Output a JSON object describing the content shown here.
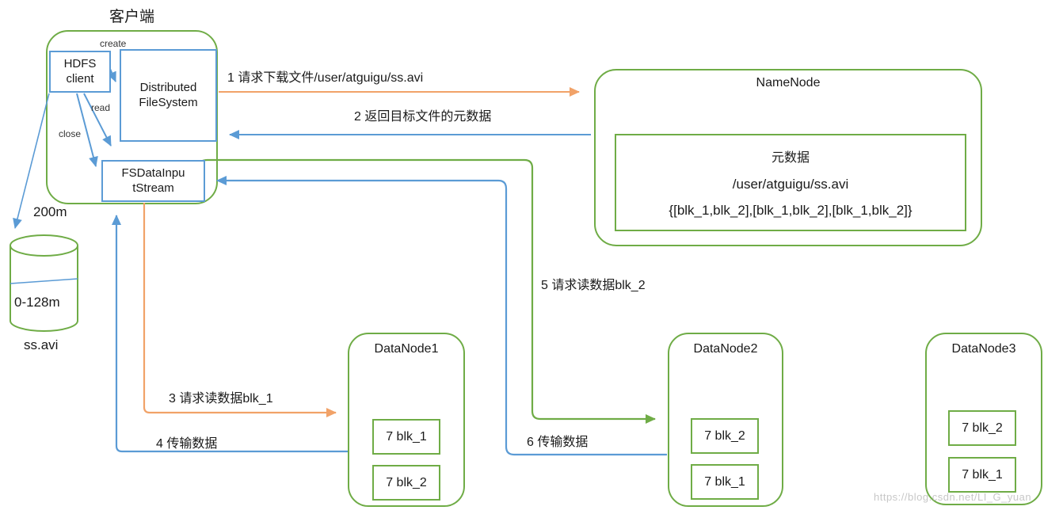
{
  "page_title": "客户端",
  "client": {
    "hdfs_client_label": "HDFS\nclient",
    "dfs_label": "Distributed\nFileSystem",
    "fsdis_label": "FSDataInpu\ntStream",
    "create_label": "create",
    "read_label": "read",
    "close_label": "close"
  },
  "storage": {
    "size_label": "200m",
    "range_label": "0-128m",
    "file_label": "ss.avi"
  },
  "namenode": {
    "title": "NameNode",
    "metadata_title": "元数据",
    "metadata_path": "/user/atguigu/ss.avi",
    "metadata_blocks": "{[blk_1,blk_2],[blk_1,blk_2],[blk_1,blk_2]}"
  },
  "datanodes": [
    {
      "title": "DataNode1",
      "blocks": [
        "7 blk_1",
        "7 blk_2"
      ]
    },
    {
      "title": "DataNode2",
      "blocks": [
        "7 blk_2",
        "7 blk_1"
      ]
    },
    {
      "title": "DataNode3",
      "blocks": [
        "7 blk_2",
        "7 blk_1"
      ]
    }
  ],
  "arrows": {
    "step1": "1 请求下载文件/user/atguigu/ss.avi",
    "step2": "2 返回目标文件的元数据",
    "step3": "3 请求读数据blk_1",
    "step4": "4 传输数据",
    "step5": "5 请求读数据blk_2",
    "step6": "6 传输数据"
  },
  "colors": {
    "green": "#6FAC46",
    "blue": "#5B9BD5",
    "orange": "#F1A268"
  },
  "watermark": "https://blog.csdn.net/LI_G_yuan"
}
